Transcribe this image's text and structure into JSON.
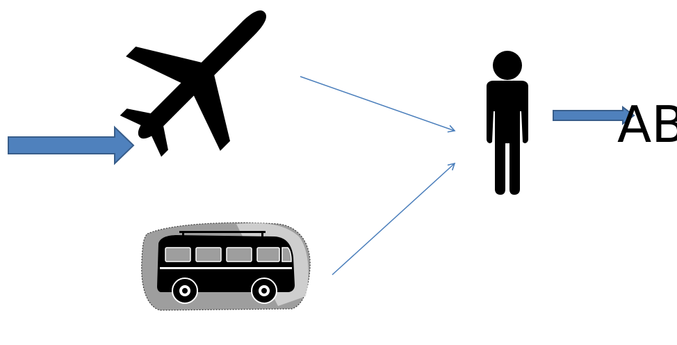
{
  "diagram": {
    "label": "AB",
    "colors": {
      "block_arrow_fill": "#4f81bd",
      "block_arrow_stroke": "#385d8a",
      "connector": "#4a7ebb",
      "icon": "#000000"
    },
    "nodes": [
      {
        "id": "plane",
        "icon": "airplane-icon"
      },
      {
        "id": "van",
        "icon": "van-icon"
      },
      {
        "id": "person",
        "icon": "person-icon"
      }
    ],
    "edges": [
      {
        "from": "plane",
        "to": "person"
      },
      {
        "from": "van",
        "to": "person"
      }
    ]
  }
}
